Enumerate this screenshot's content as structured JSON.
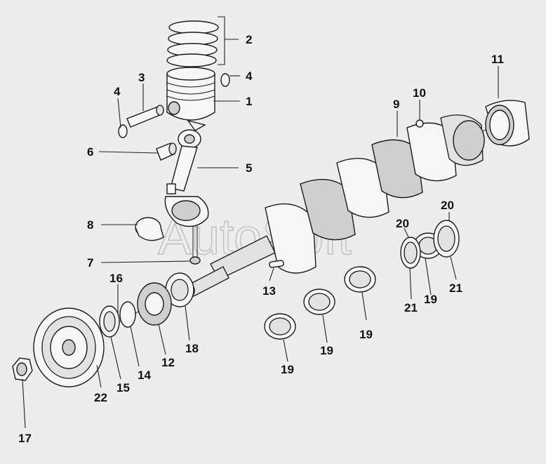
{
  "watermark": "AutoSoft",
  "callouts": {
    "c1": "1",
    "c2": "2",
    "c3": "3",
    "c4a": "4",
    "c4b": "4",
    "c5": "5",
    "c6": "6",
    "c7": "7",
    "c8": "8",
    "c9": "9",
    "c10": "10",
    "c11": "11",
    "c12": "12",
    "c13": "13",
    "c14": "14",
    "c15": "15",
    "c16": "16",
    "c17": "17",
    "c18": "18",
    "c19a": "19",
    "c19b": "19",
    "c19c": "19",
    "c19d": "19",
    "c20a": "20",
    "c20b": "20",
    "c21a": "21",
    "c21b": "21",
    "c22": "22"
  },
  "colors": {
    "background": "#ededed",
    "line": "#1a1a1a",
    "shade": "#cfcfcf"
  }
}
